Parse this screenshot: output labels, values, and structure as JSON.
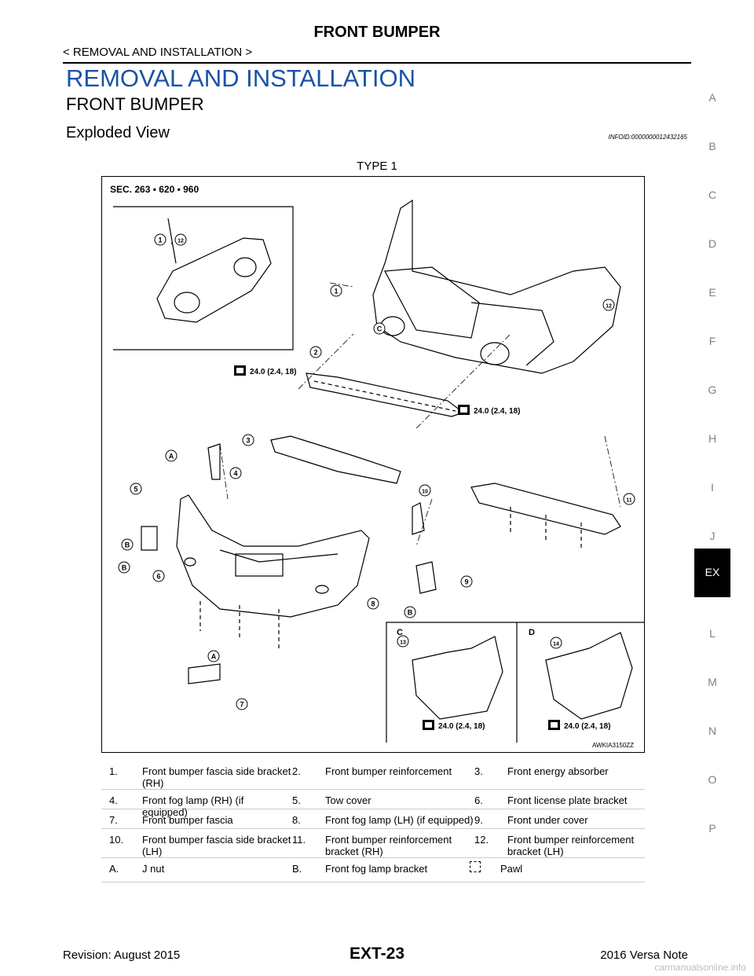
{
  "header": {
    "title": "FRONT BUMPER",
    "breadcrumb": "< REMOVAL AND INSTALLATION >"
  },
  "section": {
    "h1": "REMOVAL AND INSTALLATION",
    "h2": "FRONT BUMPER",
    "h3": "Exploded View",
    "info_id": "INFOID:0000000012432165"
  },
  "figure": {
    "type_label": "TYPE 1",
    "sec_label": "SEC. 263 • 620 • 960",
    "figure_code": "AWKIA3150ZZ",
    "torque_spec": "24.0 (2.4, 18)",
    "inset_c_label": "C",
    "inset_d_label": "D",
    "callouts": [
      "1",
      "2",
      "3",
      "4",
      "5",
      "6",
      "7",
      "8",
      "9",
      "10",
      "11",
      "12",
      "13",
      "14",
      "A",
      "B",
      "C"
    ],
    "comma": ","
  },
  "side_index": {
    "letters": [
      "A",
      "B",
      "C",
      "D",
      "E",
      "F",
      "G",
      "H",
      "I",
      "J",
      "EX",
      "L",
      "M",
      "N",
      "O",
      "P"
    ],
    "active": "EX"
  },
  "legend": [
    {
      "num": "1.",
      "text": "Front bumper fascia side bracket (RH)"
    },
    {
      "num": "2.",
      "text": "Front bumper reinforcement"
    },
    {
      "num": "3.",
      "text": "Front energy absorber"
    },
    {
      "num": "4.",
      "text": "Front fog lamp (RH) (if equipped)"
    },
    {
      "num": "5.",
      "text": "Tow cover"
    },
    {
      "num": "6.",
      "text": "Front license plate bracket"
    },
    {
      "num": "7.",
      "text": "Front bumper fascia"
    },
    {
      "num": "8.",
      "text": "Front fog lamp (LH) (if equipped)"
    },
    {
      "num": "9.",
      "text": "Front under cover"
    },
    {
      "num": "10.",
      "text": "Front bumper fascia side bracket (LH)"
    },
    {
      "num": "11.",
      "text": "Front bumper reinforcement bracket (RH)"
    },
    {
      "num": "12.",
      "text": "Front bumper reinforcement bracket (LH)"
    },
    {
      "num": "A.",
      "text": "J nut"
    },
    {
      "num": "B.",
      "text": "Front fog lamp bracket"
    },
    {
      "num": "",
      "text": "Pawl"
    }
  ],
  "footer": {
    "revision": "Revision: August 2015",
    "page": "EXT-23",
    "model": "2016 Versa Note",
    "watermark": "carmanualsonline.info"
  }
}
